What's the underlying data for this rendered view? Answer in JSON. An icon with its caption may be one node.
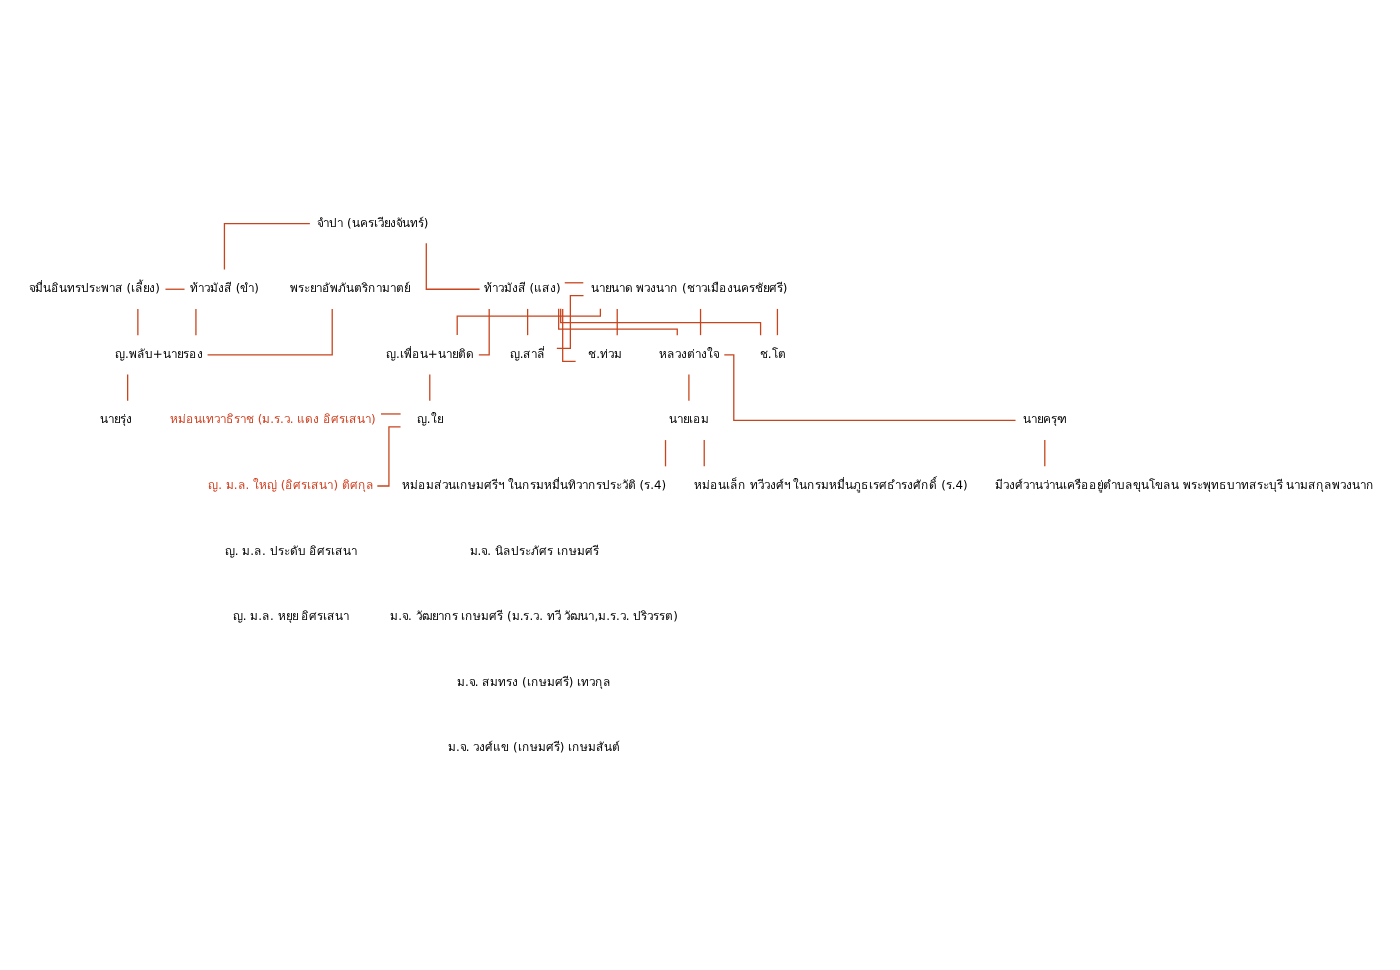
{
  "diagram": {
    "nodes": [
      {
        "text": [
          "จำปา (นครเวียงจันทร์)"
        ]
      },
      {
        "text": [
          "ท้าวมังสี (ขำ)"
        ]
      },
      {
        "text": [
          "ท้าวมังสี (แสง)"
        ]
      },
      {
        "text": [
          "นายนาด พวงนาก (ชาวเมืองนครชัยศรี)"
        ]
      },
      {
        "text": [
          "จมื่นอินทรประพาส (เลี้ยง)"
        ]
      },
      {
        "text": [
          "พระยาอัพภันตริกามาตย์"
        ]
      },
      {
        "text": [
          "ญ.พลับ+นายรอง"
        ]
      },
      {
        "text": [
          "นายรุ่ง"
        ]
      },
      {
        "text": [
          "ญ.สาลี่"
        ]
      },
      {
        "text": [
          "ช.ท่วม"
        ]
      },
      {
        "text": [
          "ญ.เพื่อน+นายติด"
        ]
      },
      {
        "text": [
          "ช.โต"
        ]
      },
      {
        "text": [
          "หลวงต่างใจ"
        ]
      },
      {
        "text": [
          "หม่อนเทวาธิราช (ม.ร.ว. แดง อิศรเสนา)"
        ]
      },
      {
        "text": [
          "ญ.ใย"
        ]
      },
      {
        "text": [
          "ญ. ม.ล. ใหญ่ (อิศรเสนา) ติศกุล"
        ]
      },
      {
        "text": [
          "ญ. ม.ล. ประดับ อิศรเสนา"
        ]
      },
      {
        "text": [
          "ญ. ม.ล. หยุย อิศรเสนา"
        ]
      },
      {
        "text": [
          "นายครุฑ"
        ]
      },
      {
        "text": [
          "นายเอม"
        ]
      },
      {
        "text": [
          "มีวงศ์วานว่านเครืออยู่ตำบลขุนโขลน พระพุทธบาทสระบุรี นามสกุลพวงนาก"
        ]
      },
      {
        "text": [
          "หม่อมส่วนเกษมศรีฯ ในกรมหมื่นทิวากรประวัติ (ร.4)"
        ]
      },
      {
        "text": [
          "ม.จ. นิลประภัศร เกษมศรี"
        ]
      },
      {
        "text": [
          "ม.จ. วัฒยากร เกษมศรี (ม.ร.ว. ทวี วัฒนา,ม.ร.ว. ปริวรรต)"
        ]
      },
      {
        "text": [
          "ม.จ. สมทรง (เกษมศรี) เทวกุล"
        ]
      },
      {
        "text": [
          "ม.จ. วงศ์แข (เกษมศรี) เกษมสันต์"
        ]
      },
      {
        "text": [
          "หม่อนเล็ก ทวีวงศ์ฯ ในกรมหมื่นภูธเรศธำรงศักดิ์ (ร.4)"
        ]
      }
    ],
    "edges": [
      {
        "from": 0,
        "to": 1,
        "arrow": "none"
      },
      {
        "from": 0,
        "to": 2,
        "arrow": "none"
      },
      {
        "from": 4,
        "to": 1,
        "arrow": "none"
      },
      {
        "from": 4,
        "to": 6,
        "arrow": "none"
      },
      {
        "from": 1,
        "to": 6,
        "arrow": "none"
      },
      {
        "from": 5,
        "to": 6,
        "arrow": "none"
      },
      {
        "from": 6,
        "to": 7,
        "arrow": "none"
      },
      {
        "from": 2,
        "to": 3,
        "arrow": "none"
      },
      {
        "from": 2,
        "to": 8,
        "arrow": "none"
      },
      {
        "from": 3,
        "to": 8,
        "arrow": "none"
      },
      {
        "from": 2,
        "to": 9,
        "arrow": "none"
      },
      {
        "from": 3,
        "to": 9,
        "arrow": "none"
      },
      {
        "from": 2,
        "to": 10,
        "arrow": "none"
      },
      {
        "from": 3,
        "to": 10,
        "arrow": "none"
      },
      {
        "from": 2,
        "to": 11,
        "arrow": "none"
      },
      {
        "from": 3,
        "to": 11,
        "arrow": "none"
      },
      {
        "from": 2,
        "to": 12,
        "arrow": "none"
      },
      {
        "from": 3,
        "to": 12,
        "arrow": "none"
      },
      {
        "from": 10,
        "to": 14,
        "arrow": "none"
      },
      {
        "from": 13,
        "to": 14,
        "arrow": "none"
      },
      {
        "from": 14,
        "to": 15,
        "arrow": "none"
      },
      {
        "from": 12,
        "to": 18,
        "arrow": "none"
      },
      {
        "from": 12,
        "to": 19,
        "arrow": "none"
      },
      {
        "from": 18,
        "to": 20,
        "arrow": "none"
      },
      {
        "from": 19,
        "to": 21,
        "arrow": "none"
      },
      {
        "from": 19,
        "to": 26,
        "arrow": "none"
      }
    ]
  }
}
